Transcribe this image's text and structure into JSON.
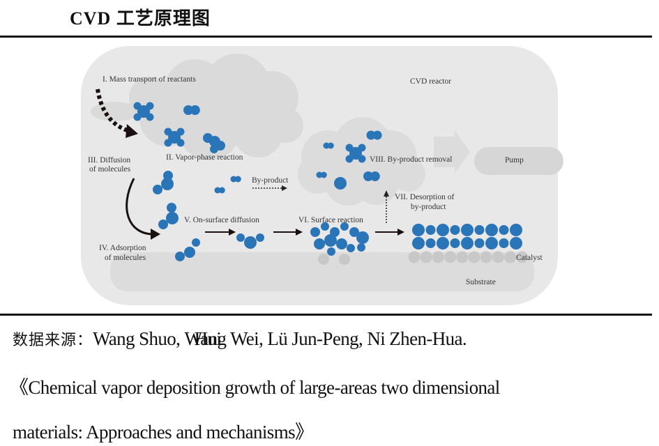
{
  "header": {
    "title": "CVD 工艺原理图"
  },
  "diagram": {
    "reactor_label": "CVD reactor",
    "steps": {
      "mass_transport": "I. Mass transport of reactants",
      "vapor_phase": "II. Vapor-phase reaction",
      "diffusion_line1": "III. Diffusion",
      "diffusion_line2": "of molecules",
      "adsorption_line1": "IV. Adsorption",
      "adsorption_line2": "of molecules",
      "on_surface": "V. On-surface diffusion",
      "surface_reaction": "VI. Surface reaction",
      "desorption_line1": "VII. Desorption of",
      "desorption_line2": "by-product",
      "removal": "VIII. By-product removal"
    },
    "byproduct_label": "By-product",
    "pump_label": "Pump",
    "catalyst_label": "Catalyst",
    "substrate_label": "Substrate",
    "colors": {
      "molecule": "#2a74b8",
      "catalyst_atom": "#c8c8c8",
      "reactor_bg": "#e6e6e6",
      "cloud": "#d8d8d8",
      "arrow": "#1a1010"
    }
  },
  "source": {
    "label": "数据来源：",
    "authors_part1": "Wang Shuo, ",
    "authors_overlap_a": "Wang Wei, Lü",
    "authors_overlap_b": "Hui",
    "authors_part2": " Jun-Peng, Ni Zhen-Hua.",
    "title_line1": "《Chemical vapor deposition growth of large-areas two dimensional",
    "title_line2": "materials: Approaches and mechanisms》"
  }
}
